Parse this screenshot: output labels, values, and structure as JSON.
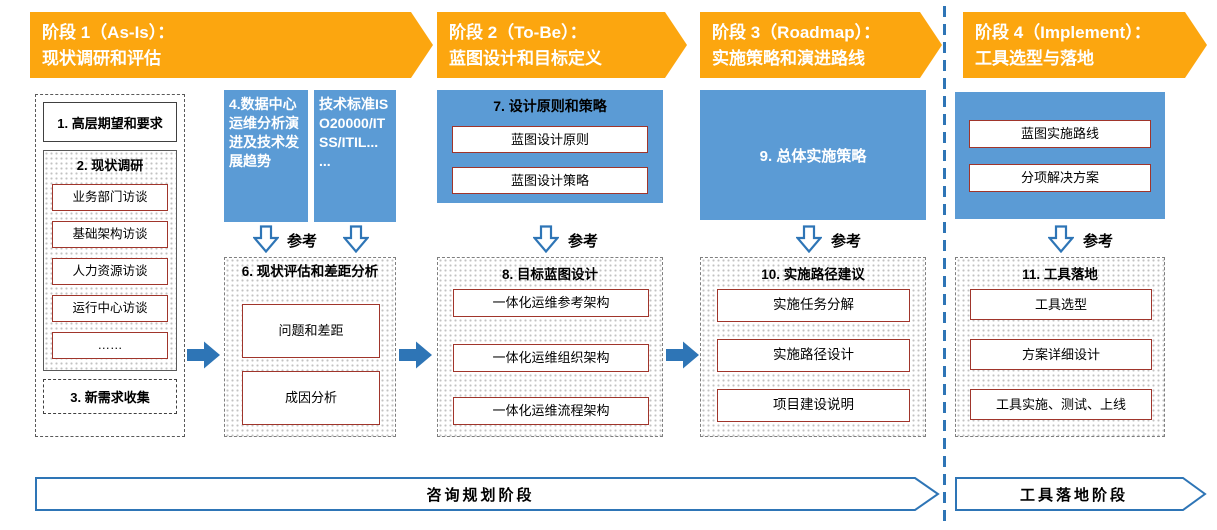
{
  "colors": {
    "phase_orange": "#FCA60F",
    "blue_box": "#5B9BD5",
    "arrow_blue": "#2E75B6",
    "item_border": "#A0352B"
  },
  "phases": [
    {
      "line1": "阶段 1（As-Is）：",
      "line2": "现状调研和评估"
    },
    {
      "line1": "阶段 2（To-Be）：",
      "line2": "蓝图设计和目标定义"
    },
    {
      "line1": "阶段 3（Roadmap）：",
      "line2": "实施策略和演进路线"
    },
    {
      "line1": "阶段 4（Implement）：",
      "line2": "工具选型与落地"
    }
  ],
  "ref_label": "参考",
  "phase1": {
    "box1": "1. 高层期望和要求",
    "box2_title": "2. 现状调研",
    "box2_items": [
      "业务部门访谈",
      "基础架构访谈",
      "人力资源访谈",
      "运行中心访谈",
      "……"
    ],
    "box3": "3. 新需求收集"
  },
  "box4": "4.数据中心运维分析演进及技术发展趋势",
  "box5": "技术标准ISO20000/ITSS/ITIL... ...",
  "box6": {
    "title": "6. 现状评估和差距分析",
    "items": [
      "问题和差距",
      "成因分析"
    ]
  },
  "box7": {
    "title": "7. 设计原则和策略",
    "items": [
      "蓝图设计原则",
      "蓝图设计策略"
    ]
  },
  "box8": {
    "title": "8. 目标蓝图设计",
    "items": [
      "一体化运维参考架构",
      "一体化运维组织架构",
      "一体化运维流程架构"
    ]
  },
  "box9": "9. 总体实施策略",
  "box10": {
    "title": "10. 实施路径建议",
    "items": [
      "实施任务分解",
      "实施路径设计",
      "项目建设说明"
    ]
  },
  "phase4_top_items": [
    "蓝图实施路线",
    "分项解决方案"
  ],
  "box11": {
    "title": "11. 工具落地",
    "items": [
      "工具选型",
      "方案详细设计",
      "工具实施、测试、上线"
    ]
  },
  "bottom": {
    "left": "咨询规划阶段",
    "right": "工具落地阶段"
  }
}
